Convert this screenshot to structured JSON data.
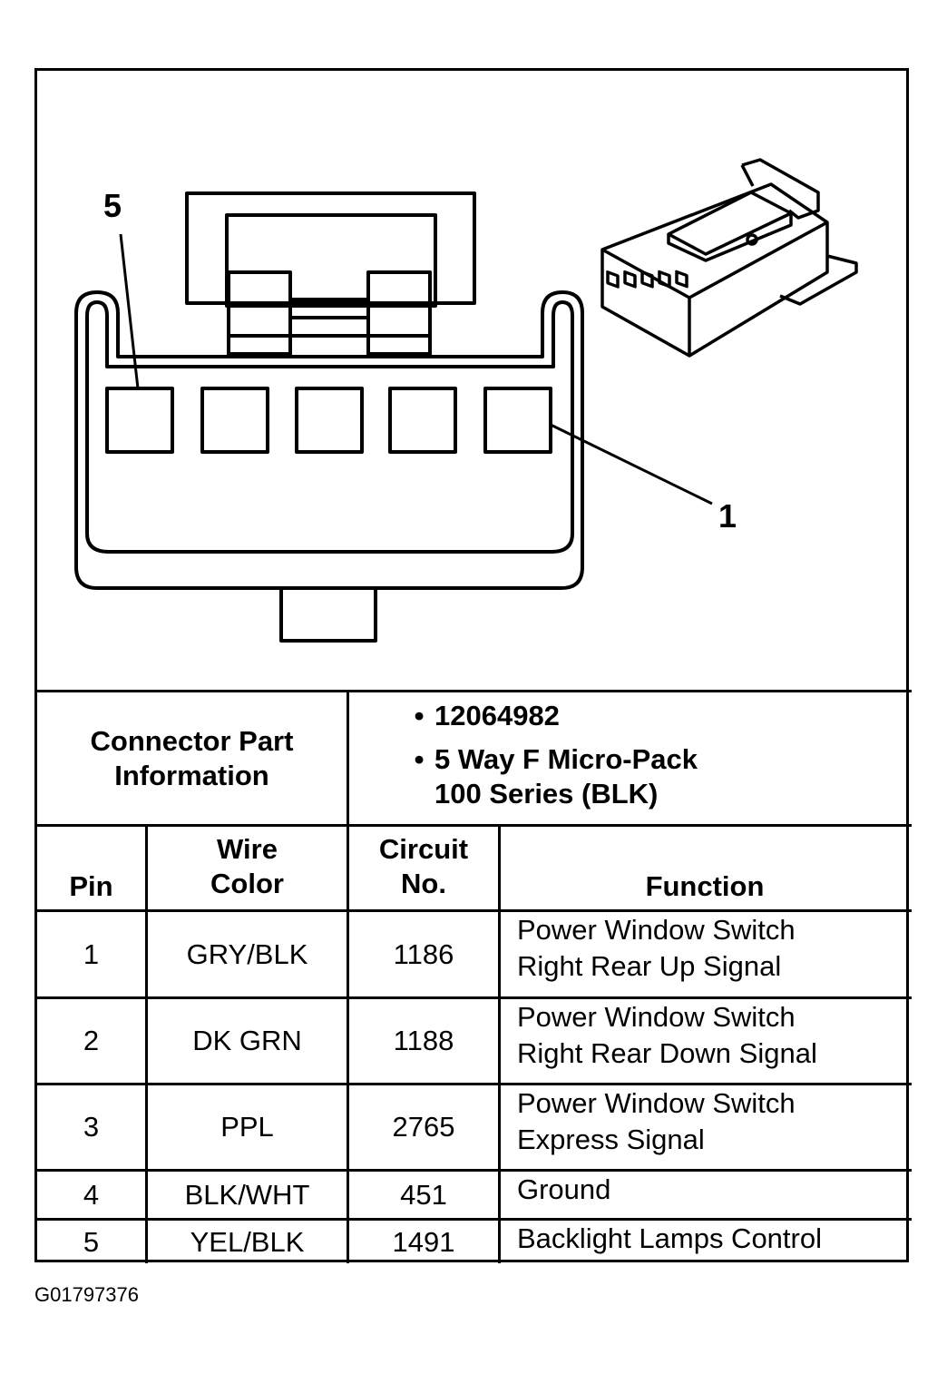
{
  "diagram": {
    "callout_pin5": "5",
    "callout_pin1": "1"
  },
  "part_info": {
    "label_line1": "Connector Part",
    "label_line2": "Information",
    "bullet": "•",
    "part_number": "12064982",
    "description_line1": "5 Way F Micro-Pack",
    "description_line2": "100 Series (BLK)"
  },
  "table": {
    "headers": {
      "pin": "Pin",
      "wire_color_line1": "Wire",
      "wire_color_line2": "Color",
      "circuit_line1": "Circuit",
      "circuit_line2": "No.",
      "function": "Function"
    },
    "rows": [
      {
        "pin": "1",
        "wire_color": "GRY/BLK",
        "circuit": "1186",
        "function_line1": "Power Window Switch",
        "function_line2": "Right Rear Up Signal"
      },
      {
        "pin": "2",
        "wire_color": "DK GRN",
        "circuit": "1188",
        "function_line1": "Power Window Switch",
        "function_line2": "Right Rear Down Signal"
      },
      {
        "pin": "3",
        "wire_color": "PPL",
        "circuit": "2765",
        "function_line1": "Power Window Switch",
        "function_line2": "Express Signal"
      },
      {
        "pin": "4",
        "wire_color": "BLK/WHT",
        "circuit": "451",
        "function_line1": "Ground",
        "function_line2": ""
      },
      {
        "pin": "5",
        "wire_color": "YEL/BLK",
        "circuit": "1491",
        "function_line1": "Backlight Lamps Control",
        "function_line2": ""
      }
    ]
  },
  "footer": {
    "figure_id": "G01797376"
  }
}
